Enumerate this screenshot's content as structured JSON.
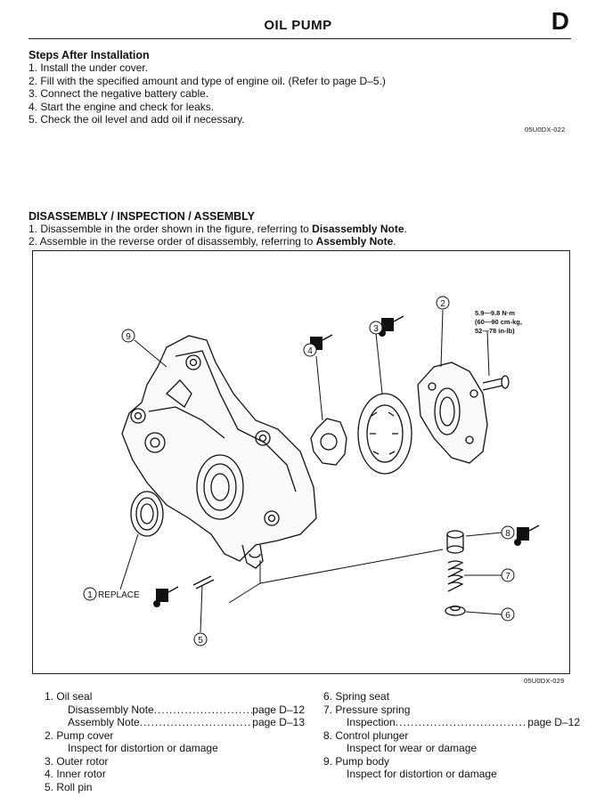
{
  "header": {
    "title": "OIL PUMP",
    "section_letter": "D"
  },
  "after_install": {
    "heading": "Steps After Installation",
    "steps": [
      "1. Install the under cover.",
      "2. Fill with the specified amount and type of engine oil. (Refer to page D–5.)",
      "3. Connect the negative battery cable.",
      "4. Start the engine and check for leaks.",
      "5. Check the oil level and add oil if necessary."
    ],
    "code": "05U0DX-022"
  },
  "disassembly": {
    "heading": "DISASSEMBLY / INSPECTION / ASSEMBLY",
    "line1_pre": "1. Disassemble in the order shown in the figure, referring to ",
    "line1_bold": "Disassembly Note",
    "line1_post": ".",
    "line2_pre": "2. Assemble in the reverse order of disassembly, referring to ",
    "line2_bold": "Assembly Note",
    "line2_post": "."
  },
  "figure": {
    "code": "05U0DX-029",
    "torque_line1": "5.9—9.8 N·m",
    "torque_line2": "(60—90 cm-kg,",
    "torque_line3": "52—78 in-lb)",
    "replace_label": "REPLACE",
    "oil_tag": "OIL",
    "callouts": [
      "1",
      "2",
      "3",
      "4",
      "5",
      "6",
      "7",
      "8",
      "9"
    ]
  },
  "parts_left": {
    "p1": "1. Oil seal",
    "p1a_label": "Disassembly Note",
    "p1a_page": " page D–12",
    "p1b_label": "Assembly Note",
    "p1b_page": " page D–13",
    "p2": "2. Pump cover",
    "p2a": "Inspect for distortion or damage",
    "p3": "3. Outer rotor",
    "p4": "4. Inner rotor",
    "p5": "5. Roll pin"
  },
  "parts_right": {
    "p6": "6. Spring seat",
    "p7": "7. Pressure spring",
    "p7a_label": "Inspection",
    "p7a_page": " page D–12",
    "p8": "8. Control plunger",
    "p8a": "Inspect for wear or damage",
    "p9": "9. Pump body",
    "p9a": "Inspect for distortion or damage"
  }
}
